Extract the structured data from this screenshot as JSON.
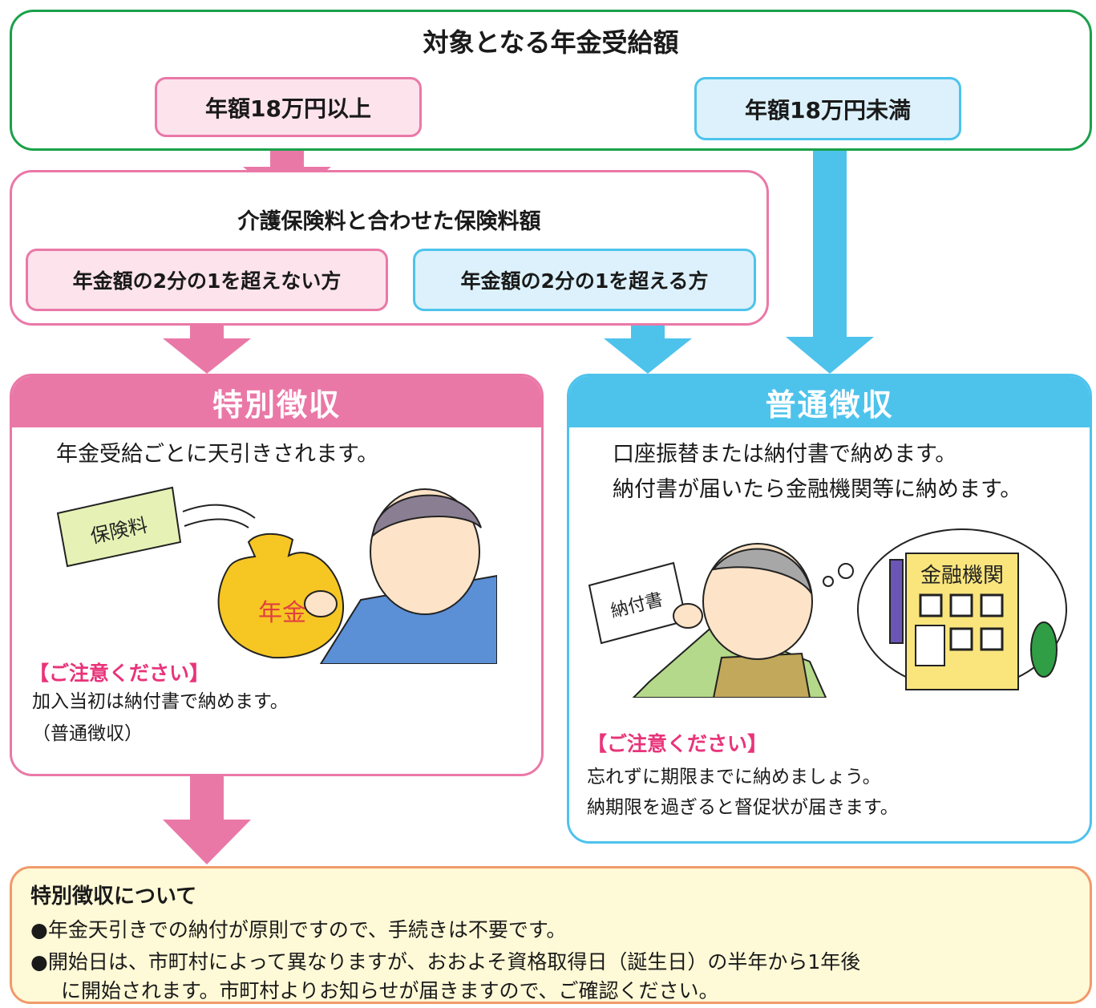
{
  "top": {
    "title": "対象となる年金受給額",
    "over": "年額18万円以上",
    "under": "年額18万円未満"
  },
  "mid": {
    "title": "介護保険料と合わせた保険料額",
    "not_exceed": "年金額の2分の1を超えない方",
    "exceed": "年金額の2分の1を超える方"
  },
  "special": {
    "header": "特別徴収",
    "desc": "年金受給ごとに天引きされます。",
    "illus_paper": "保険料",
    "illus_bag": "年金",
    "note_title": "【ご注意ください】",
    "note_line1": "加入当初は納付書で納めます。",
    "note_line2": "（普通徴収）"
  },
  "normal": {
    "header": "普通徴収",
    "desc1": "口座振替または納付書で納めます。",
    "desc2": "納付書が届いたら金融機関等に納めます。",
    "illus_paper": "納付書",
    "illus_bank": "金融機関",
    "note_title": "【ご注意ください】",
    "note_line1": "忘れずに期限までに納めましょう。",
    "note_line2": "納期限を過ぎると督促状が届きます。"
  },
  "about": {
    "title": "特別徴収について",
    "item1": "●年金天引きでの納付が原則ですので、手続きは不要です。",
    "item2a": "●開始日は、市町村によって異なりますが、おおよそ資格取得日（誕生日）の半年から1年後",
    "item2b": "に開始されます。市町村よりお知らせが届きますので、ご確認ください。"
  },
  "colors": {
    "green": "#1aa14a",
    "pink": "#ea78a7",
    "blue": "#4dc3ec",
    "orange": "#f19a6b",
    "cream": "#fef9d6"
  }
}
